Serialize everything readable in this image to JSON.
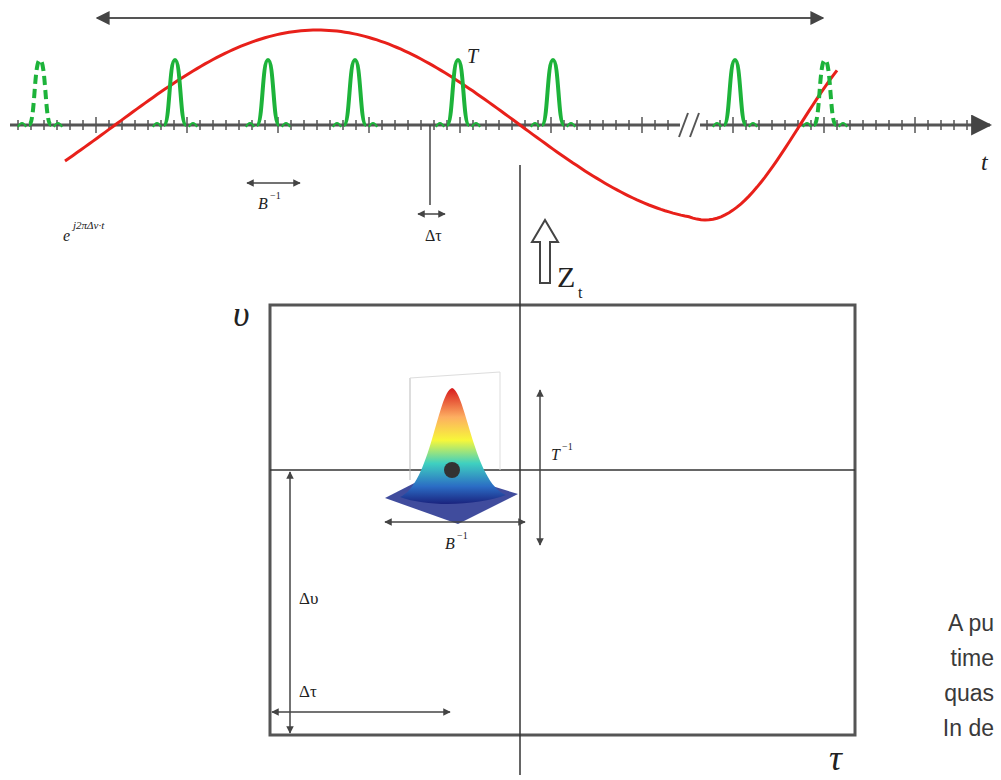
{
  "diagram": {
    "labels": [
      "T",
      "e",
      "j2πΔν·t",
      "B",
      "−1",
      "Δτ",
      "t",
      "Z",
      "t",
      "υ",
      "T",
      "−1",
      "B",
      "−1",
      "Δυ",
      "Δτ",
      "τ",
      "A pu",
      "time",
      "quas",
      "In de"
    ]
  }
}
